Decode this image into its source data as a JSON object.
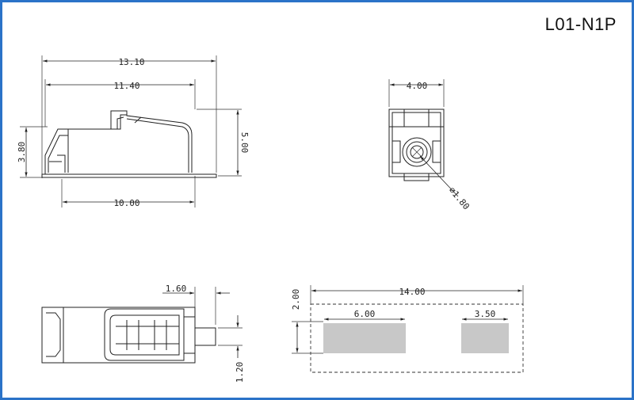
{
  "part_number": "L01-N1P",
  "side_view": {
    "overall_length": "13.10",
    "body_length": "11.40",
    "base_length": "10.00",
    "left_height": "3.80",
    "total_height": "5.00"
  },
  "front_view": {
    "width": "4.00",
    "hole_diameter": "∅1.80"
  },
  "bottom_view": {
    "pin_length": "1.60",
    "pin_width": "1.20"
  },
  "footprint": {
    "overall_length": "14.00",
    "pad_height": "2.00",
    "large_pad_length": "6.00",
    "small_pad_length": "3.50"
  }
}
